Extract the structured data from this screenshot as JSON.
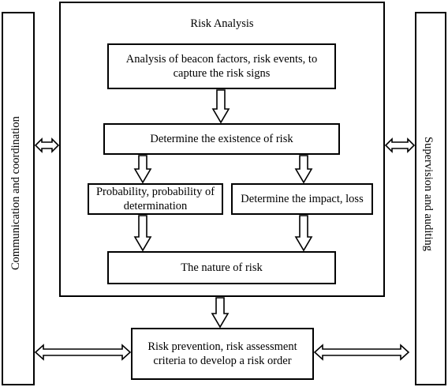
{
  "diagram": {
    "main_title": "Risk Analysis",
    "nodes": {
      "analysis": "Analysis of beacon factors, risk events, to capture the risk signs",
      "existence": "Determine the existence of risk",
      "probability": "Probability, probability of determination",
      "impact": "Determine the impact, loss",
      "nature": "The nature of risk",
      "prevention": "Risk prevention, risk assessment criteria to develop a risk order"
    },
    "side_left": "Communication and coordination",
    "side_right": "Supervision and auditing"
  }
}
